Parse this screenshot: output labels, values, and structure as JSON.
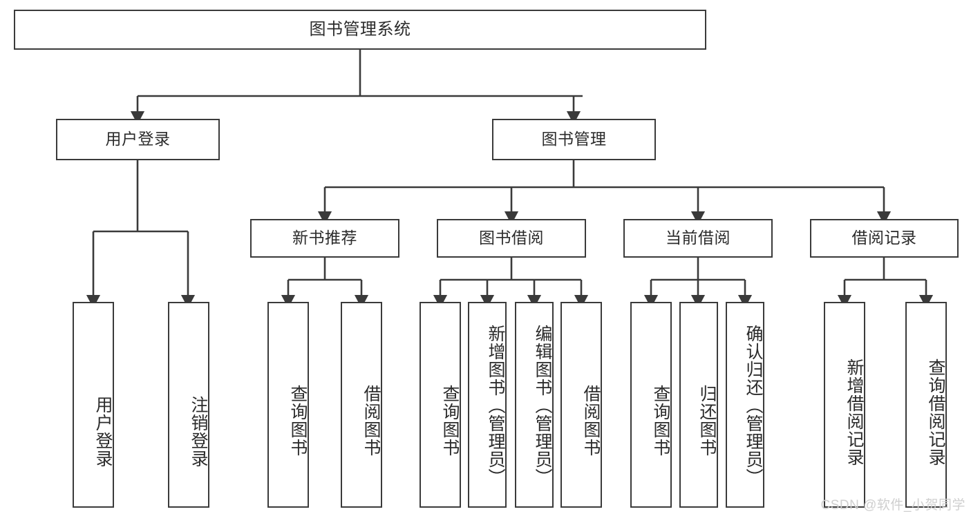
{
  "diagram": {
    "kind": "tree-hierarchy-chart",
    "background_color": "#ffffff",
    "line_color": "#3a3a3a",
    "text_color": "#2b2b2b",
    "root": {
      "id": "root",
      "label": "图书管理系统",
      "orientation": "horizontal"
    },
    "level2": [
      {
        "id": "user-login",
        "label": "用户登录",
        "orientation": "horizontal"
      },
      {
        "id": "book-manage",
        "label": "图书管理",
        "orientation": "horizontal"
      }
    ],
    "level3": [
      {
        "id": "new-book-rec",
        "label": "新书推荐",
        "orientation": "horizontal",
        "parent": "book-manage"
      },
      {
        "id": "book-borrow",
        "label": "图书借阅",
        "orientation": "horizontal",
        "parent": "book-manage"
      },
      {
        "id": "current-borrow",
        "label": "当前借阅",
        "orientation": "horizontal",
        "parent": "book-manage"
      },
      {
        "id": "borrow-record",
        "label": "借阅记录",
        "orientation": "horizontal",
        "parent": "book-manage"
      }
    ],
    "leaves": [
      {
        "id": "leaf-user-login",
        "label": "用户登录",
        "parent": "user-login",
        "orientation": "vertical"
      },
      {
        "id": "leaf-user-logout",
        "label": "注销登录",
        "parent": "user-login",
        "orientation": "vertical"
      },
      {
        "id": "leaf-query-book-1",
        "label": "查询图书",
        "parent": "new-book-rec",
        "orientation": "vertical"
      },
      {
        "id": "leaf-borrow-book-1",
        "label": "借阅图书",
        "parent": "new-book-rec",
        "orientation": "vertical"
      },
      {
        "id": "leaf-query-book-2",
        "label": "查询图书",
        "parent": "book-borrow",
        "orientation": "vertical"
      },
      {
        "id": "leaf-add-book",
        "label": "新增图书（管理员）",
        "parent": "book-borrow",
        "orientation": "vertical"
      },
      {
        "id": "leaf-edit-book",
        "label": "编辑图书（管理员）",
        "parent": "book-borrow",
        "orientation": "vertical"
      },
      {
        "id": "leaf-borrow-book-2",
        "label": "借阅图书",
        "parent": "book-borrow",
        "orientation": "vertical"
      },
      {
        "id": "leaf-query-book-3",
        "label": "查询图书",
        "parent": "current-borrow",
        "orientation": "vertical"
      },
      {
        "id": "leaf-return-book",
        "label": "归还图书",
        "parent": "current-borrow",
        "orientation": "vertical"
      },
      {
        "id": "leaf-confirm-return",
        "label": "确认归还（管理员）",
        "parent": "current-borrow",
        "orientation": "vertical"
      },
      {
        "id": "leaf-add-record",
        "label": "新增借阅记录",
        "parent": "borrow-record",
        "orientation": "vertical"
      },
      {
        "id": "leaf-query-record",
        "label": "查询借阅记录",
        "parent": "borrow-record",
        "orientation": "vertical"
      }
    ]
  },
  "watermark": {
    "text": "CSDN @软件_小贺同学"
  }
}
